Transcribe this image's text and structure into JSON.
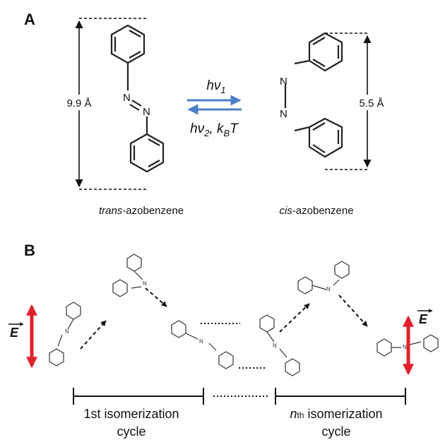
{
  "panel_a": {
    "label": "A",
    "trans_dimension": "9.9 Å",
    "cis_dimension": "5.5 Å",
    "forward_label_main": "hν",
    "forward_label_sub": "1",
    "reverse_label_main": "hν",
    "reverse_label_sub": "2",
    "reverse_label_extra": ", k",
    "reverse_label_extra_sub": "B",
    "reverse_label_T": "T",
    "trans_name_italic": "trans",
    "trans_name_rest": "-azobenzene",
    "cis_name_italic": "cis",
    "cis_name_rest": "-azobenzene",
    "nitrogen": "N"
  },
  "panel_b": {
    "label": "B",
    "field_left": "E",
    "field_right": "E",
    "cycle1_line1": "1st isomerization",
    "cycle1_line2": "cycle",
    "cycleN_prefix": "n",
    "cycleN_suffix": "th",
    "cycleN_line1_rest": " isomerization",
    "cycleN_line2": "cycle"
  },
  "colors": {
    "arrow_blue": "#4a7fc8",
    "field_red": "#e0202a",
    "ink": "#111111"
  }
}
